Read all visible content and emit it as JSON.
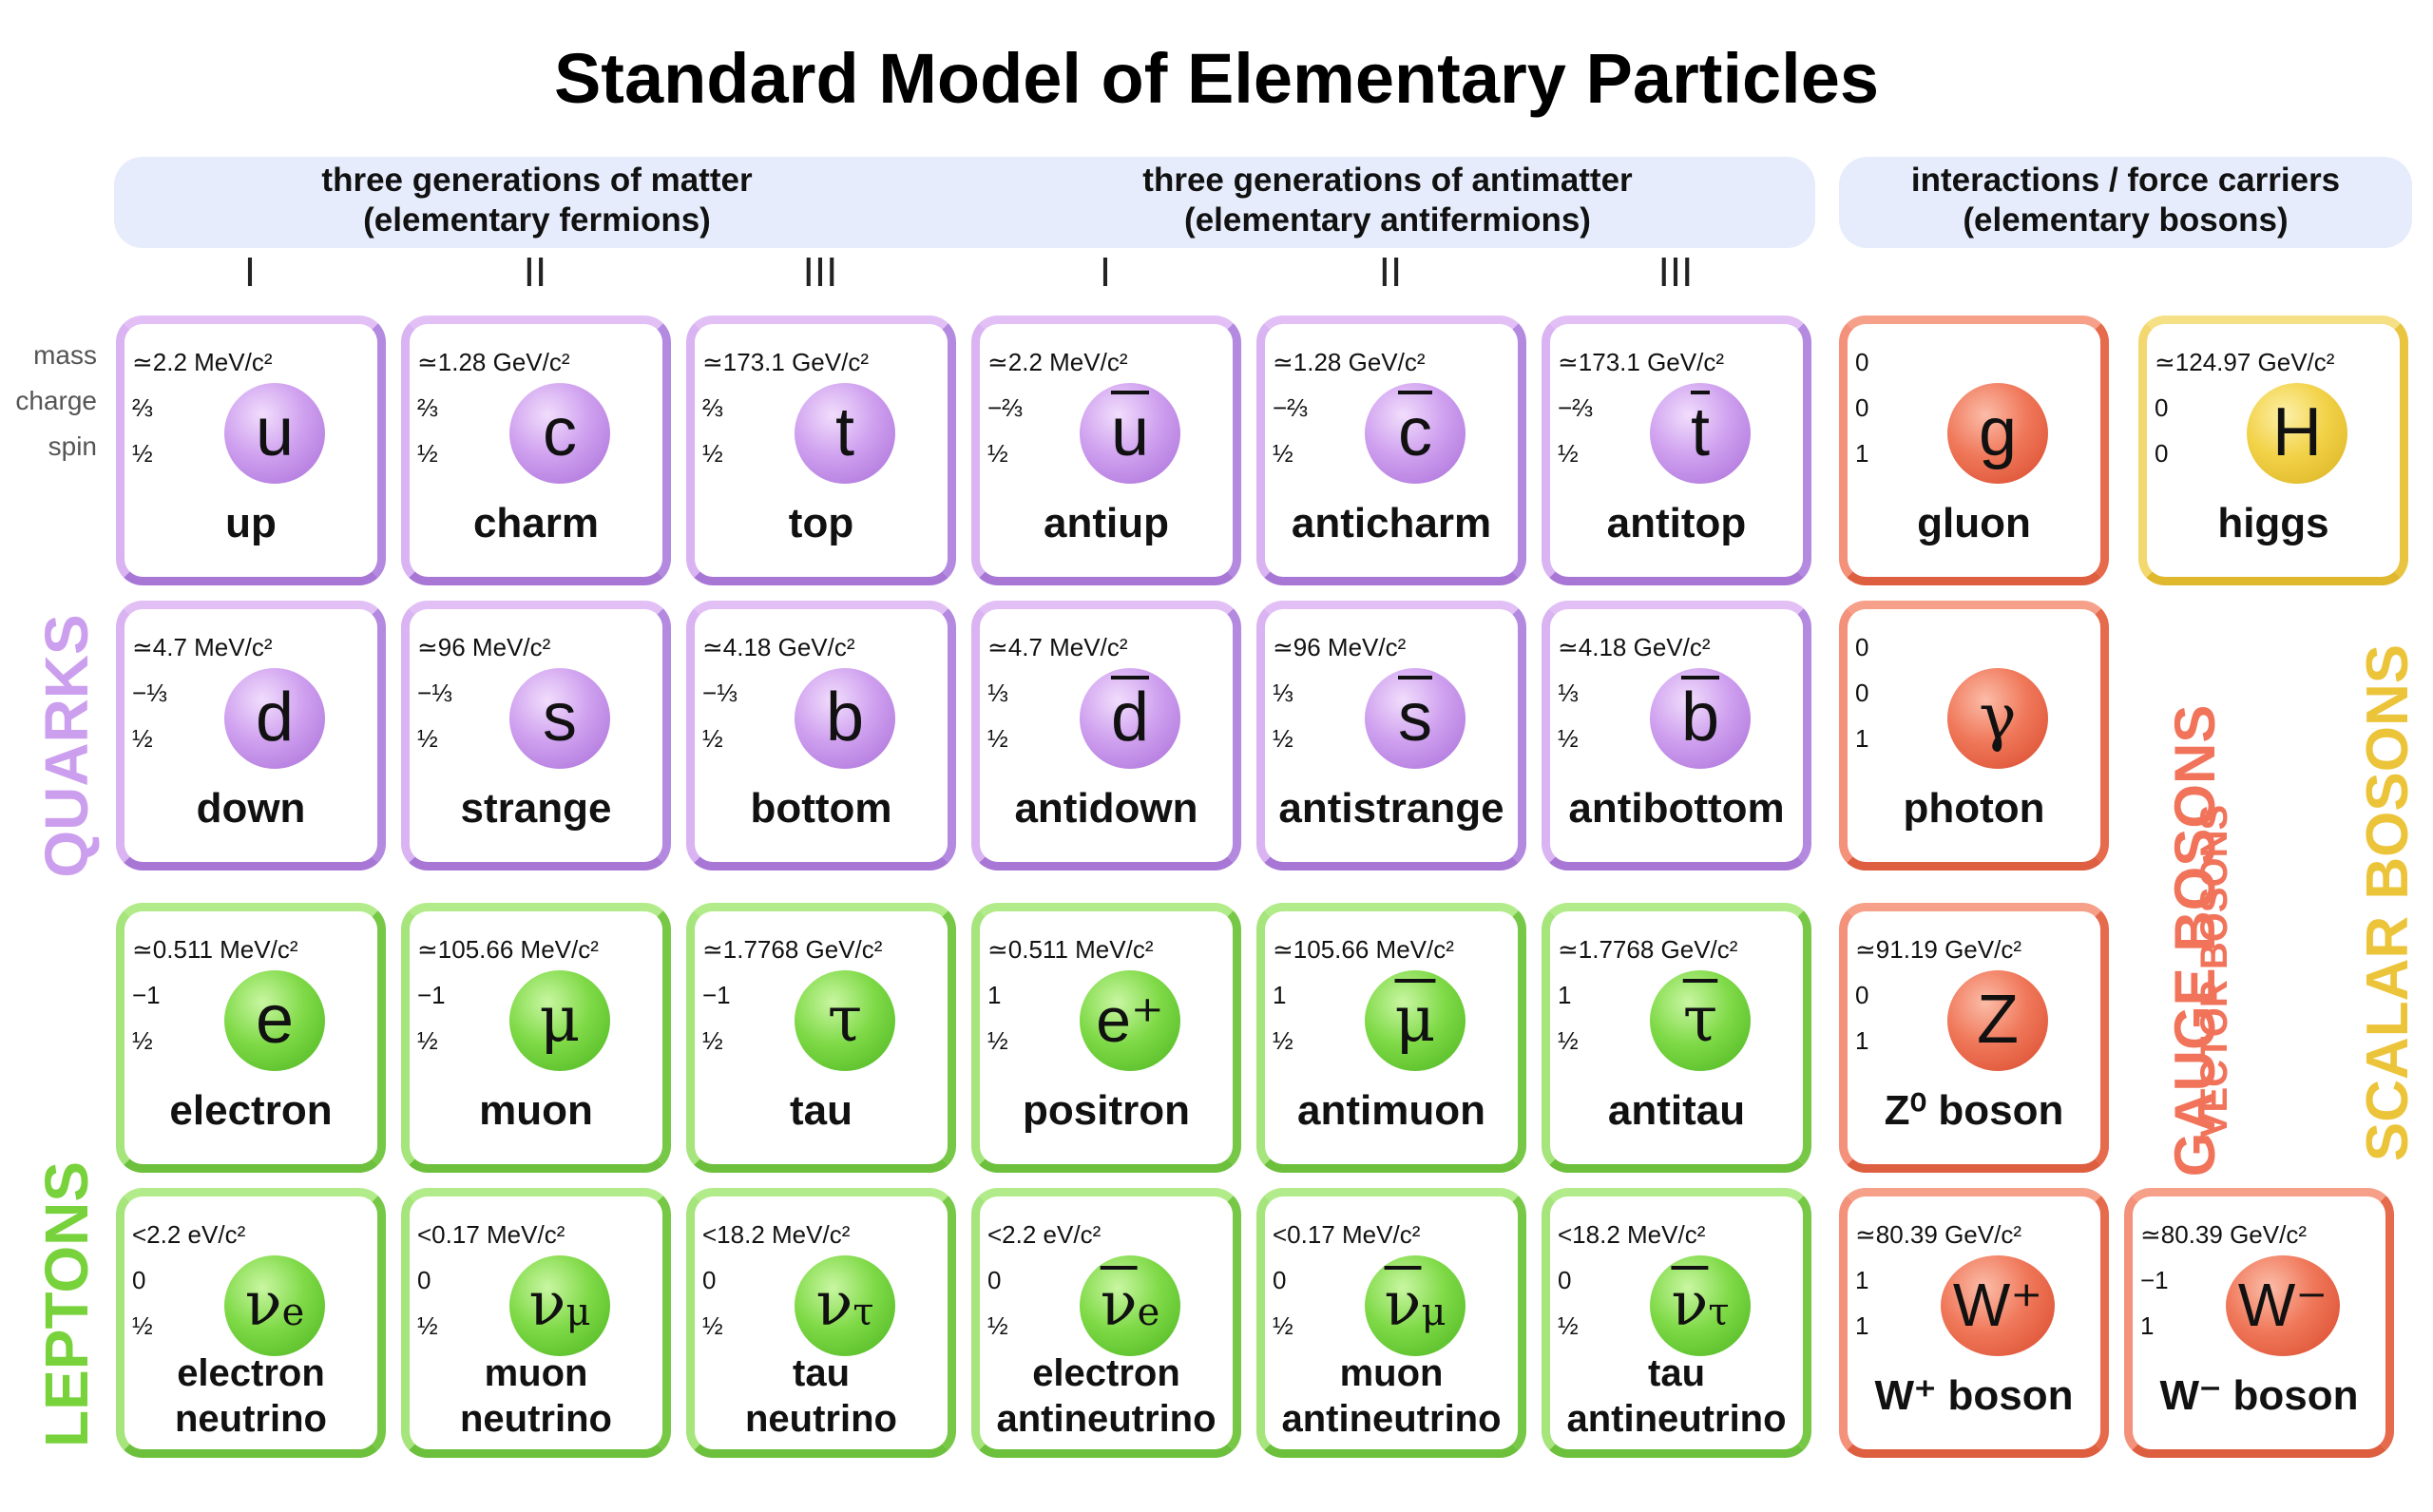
{
  "title": "Standard Model of Elementary Particles",
  "banners": {
    "matter_1": "three generations of matter",
    "matter_2": "(elementary fermions)",
    "antimatter_1": "three generations of antimatter",
    "antimatter_2": "(elementary antifermions)",
    "bosons_1": "interactions / force carriers",
    "bosons_2": "(elementary bosons)"
  },
  "generations": [
    "I",
    "II",
    "III",
    "I",
    "II",
    "III"
  ],
  "row_labels": {
    "mass": "mass",
    "charge": "charge",
    "spin": "spin"
  },
  "group_labels": {
    "quarks": "QUARKS",
    "leptons": "LEPTONS",
    "gauge_bosons": "GAUGE BOSONS",
    "vector_bosons": "VECTOR BOSONS",
    "scalar_bosons": "SCALAR BOSONS"
  },
  "colors": {
    "quark": "#c49be6",
    "lepton": "#8ed65a",
    "gauge": "#ef7a5e",
    "scalar": "#efcf52",
    "banner": "#e6ecfb"
  },
  "particles": {
    "up": {
      "mass": "≃2.2 MeV/c²",
      "charge": "⅔",
      "spin": "½",
      "symbol": "u",
      "name": "up"
    },
    "charm": {
      "mass": "≃1.28 GeV/c²",
      "charge": "⅔",
      "spin": "½",
      "symbol": "c",
      "name": "charm"
    },
    "top": {
      "mass": "≃173.1 GeV/c²",
      "charge": "⅔",
      "spin": "½",
      "symbol": "t",
      "name": "top"
    },
    "antiup": {
      "mass": "≃2.2 MeV/c²",
      "charge": "−⅔",
      "spin": "½",
      "symbol": "u",
      "name": "antiup"
    },
    "anticharm": {
      "mass": "≃1.28 GeV/c²",
      "charge": "−⅔",
      "spin": "½",
      "symbol": "c",
      "name": "anticharm"
    },
    "antitop": {
      "mass": "≃173.1 GeV/c²",
      "charge": "−⅔",
      "spin": "½",
      "symbol": "t",
      "name": "antitop"
    },
    "gluon": {
      "mass": "0",
      "charge": "0",
      "spin": "1",
      "symbol": "g",
      "name": "gluon"
    },
    "higgs": {
      "mass": "≃124.97 GeV/c²",
      "charge": "0",
      "spin": "0",
      "symbol": "H",
      "name": "higgs"
    },
    "down": {
      "mass": "≃4.7 MeV/c²",
      "charge": "−⅓",
      "spin": "½",
      "symbol": "d",
      "name": "down"
    },
    "strange": {
      "mass": "≃96 MeV/c²",
      "charge": "−⅓",
      "spin": "½",
      "symbol": "s",
      "name": "strange"
    },
    "bottom": {
      "mass": "≃4.18 GeV/c²",
      "charge": "−⅓",
      "spin": "½",
      "symbol": "b",
      "name": "bottom"
    },
    "antidown": {
      "mass": "≃4.7 MeV/c²",
      "charge": "⅓",
      "spin": "½",
      "symbol": "d",
      "name": "antidown"
    },
    "antistrange": {
      "mass": "≃96 MeV/c²",
      "charge": "⅓",
      "spin": "½",
      "symbol": "s",
      "name": "antistrange"
    },
    "antibottom": {
      "mass": "≃4.18 GeV/c²",
      "charge": "⅓",
      "spin": "½",
      "symbol": "b",
      "name": "antibottom"
    },
    "photon": {
      "mass": "0",
      "charge": "0",
      "spin": "1",
      "symbol": "γ",
      "name": "photon"
    },
    "electron": {
      "mass": "≃0.511 MeV/c²",
      "charge": "−1",
      "spin": "½",
      "symbol": "e",
      "name": "electron"
    },
    "muon": {
      "mass": "≃105.66 MeV/c²",
      "charge": "−1",
      "spin": "½",
      "symbol": "μ",
      "name": "muon"
    },
    "tau": {
      "mass": "≃1.7768 GeV/c²",
      "charge": "−1",
      "spin": "½",
      "symbol": "τ",
      "name": "tau"
    },
    "positron": {
      "mass": "≃0.511 MeV/c²",
      "charge": "1",
      "spin": "½",
      "symbol": "e⁺",
      "name": "positron"
    },
    "antimuon": {
      "mass": "≃105.66 MeV/c²",
      "charge": "1",
      "spin": "½",
      "symbol": "μ",
      "name": "antimuon"
    },
    "antitau": {
      "mass": "≃1.7768 GeV/c²",
      "charge": "1",
      "spin": "½",
      "symbol": "τ",
      "name": "antitau"
    },
    "zboson": {
      "mass": "≃91.19 GeV/c²",
      "charge": "0",
      "spin": "1",
      "symbol": "Z",
      "name": "Z⁰ boson"
    },
    "nu_e": {
      "mass": "<2.2 eV/c²",
      "charge": "0",
      "spin": "½",
      "symbol": "ν",
      "sub": "e",
      "name1": "electron",
      "name2": "neutrino"
    },
    "nu_mu": {
      "mass": "<0.17 MeV/c²",
      "charge": "0",
      "spin": "½",
      "symbol": "ν",
      "sub": "μ",
      "name1": "muon",
      "name2": "neutrino"
    },
    "nu_tau": {
      "mass": "<18.2 MeV/c²",
      "charge": "0",
      "spin": "½",
      "symbol": "ν",
      "sub": "τ",
      "name1": "tau",
      "name2": "neutrino"
    },
    "anu_e": {
      "mass": "<2.2 eV/c²",
      "charge": "0",
      "spin": "½",
      "symbol": "ν",
      "sub": "e",
      "name1": "electron",
      "name2": "antineutrino"
    },
    "anu_mu": {
      "mass": "<0.17 MeV/c²",
      "charge": "0",
      "spin": "½",
      "symbol": "ν",
      "sub": "μ",
      "name1": "muon",
      "name2": "antineutrino"
    },
    "anu_tau": {
      "mass": "<18.2 MeV/c²",
      "charge": "0",
      "spin": "½",
      "symbol": "ν",
      "sub": "τ",
      "name1": "tau",
      "name2": "antineutrino"
    },
    "wplus": {
      "mass": "≃80.39 GeV/c²",
      "charge": "1",
      "spin": "1",
      "symbol": "W⁺",
      "name": "W⁺ boson"
    },
    "wminus": {
      "mass": "≃80.39 GeV/c²",
      "charge": "−1",
      "spin": "1",
      "symbol": "W⁻",
      "name": "W⁻ boson"
    }
  }
}
